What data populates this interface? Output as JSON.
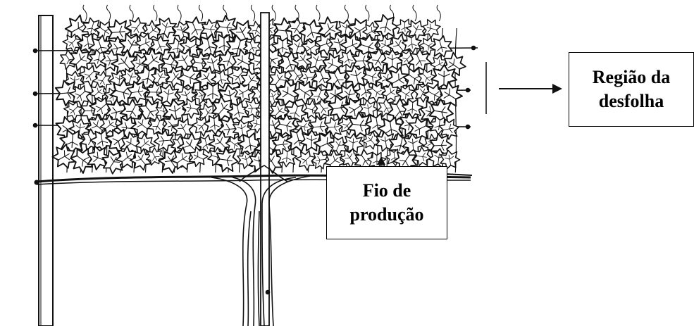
{
  "labels": {
    "desfolha": {
      "line1": "Região da",
      "line2": "desfolha"
    },
    "fio": {
      "line1": "Fio de",
      "line2": "produção"
    }
  },
  "colors": {
    "ink": "#111111",
    "paper": "#ffffff",
    "border": "#000000"
  },
  "icons": {
    "arrow": "arrow-right-icon",
    "vine": "grapevine-canopy-illustration"
  }
}
